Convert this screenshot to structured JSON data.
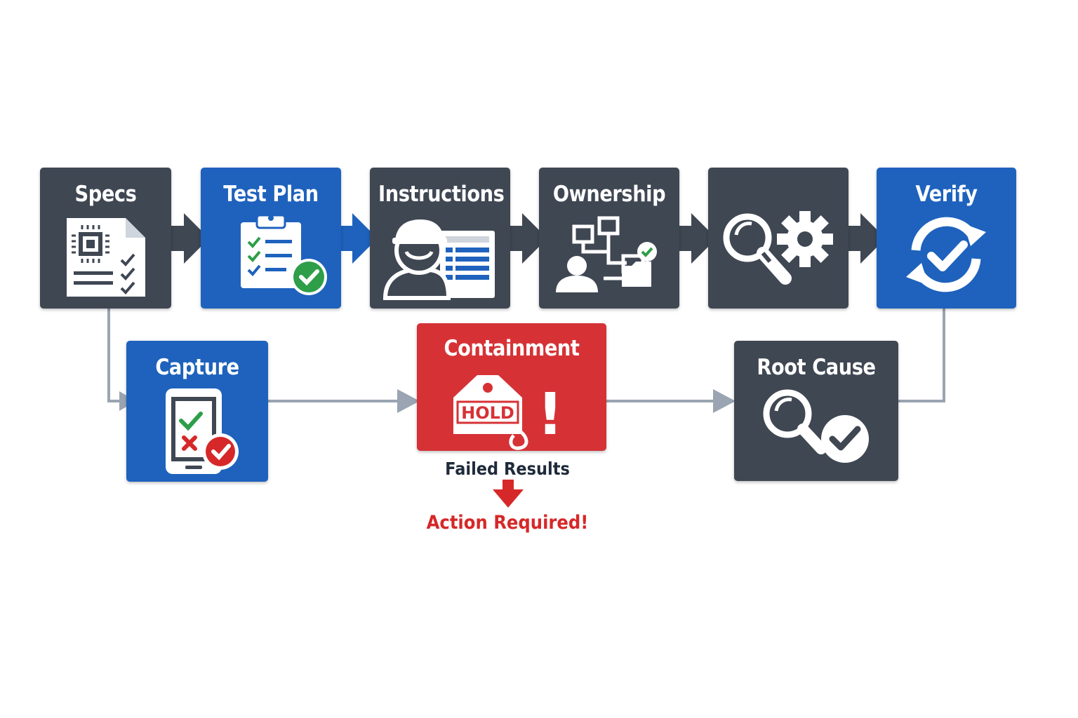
{
  "colors": {
    "dark": "#3f4753",
    "blue": "#1e62bd",
    "red": "#d63236",
    "connector": "#9aa4b2",
    "success": "#2e9e48",
    "alert": "#d62828"
  },
  "steps": {
    "specs": {
      "title": "Specs",
      "icon": "spec-document-chip-icon"
    },
    "test_plan": {
      "title": "Test Plan",
      "icon": "clipboard-checklist-icon"
    },
    "instructions": {
      "title": "Instructions",
      "icon": "worker-with-screen-icon"
    },
    "ownership": {
      "title": "Ownership",
      "icon": "org-chart-person-icon"
    },
    "analysis": {
      "title": "",
      "icon": "magnifier-gear-icon"
    },
    "verify": {
      "title": "Verify",
      "icon": "refresh-check-icon"
    },
    "capture": {
      "title": "Capture",
      "icon": "phone-checkmark-icon"
    },
    "containment": {
      "title": "Containment",
      "icon": "hold-tag-alert-icon",
      "tag_text": "HOLD",
      "alert_mark": "!"
    },
    "root_cause": {
      "title": "Root Cause",
      "icon": "magnifier-check-icon"
    }
  },
  "labels": {
    "failed_results": "Failed Results",
    "action_required": "Action Required!"
  }
}
